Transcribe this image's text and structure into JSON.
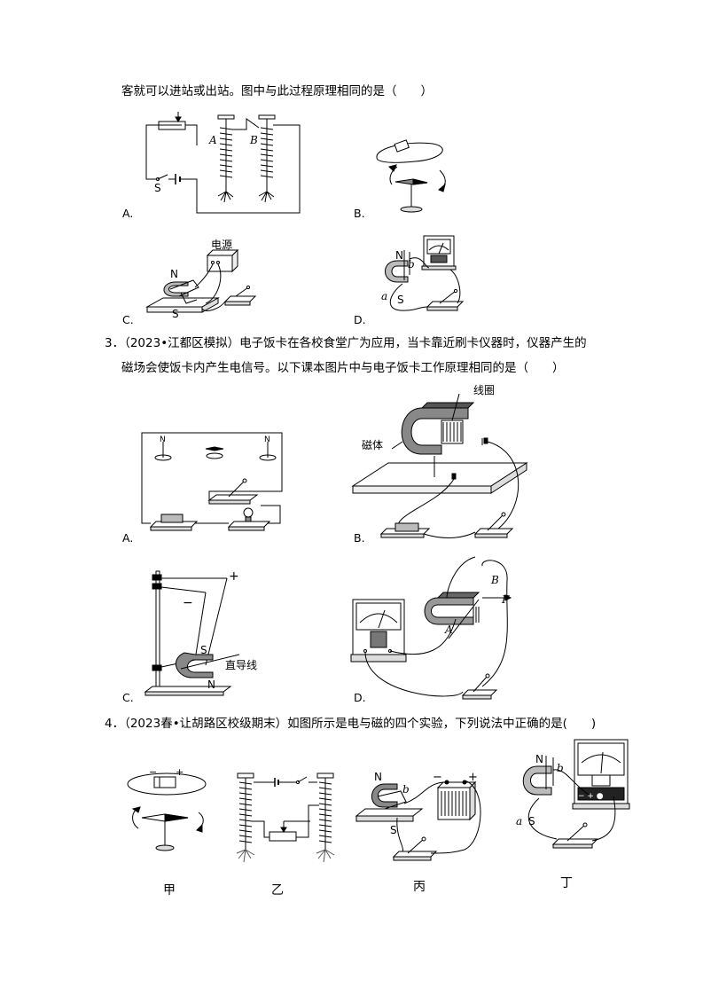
{
  "q2": {
    "line": "客就可以进站或出站。图中与此过程原理相同的是（　　）",
    "options": [
      "A.",
      "B.",
      "C.",
      "D."
    ],
    "figA": {
      "a": "A",
      "b": "B",
      "s": "S"
    },
    "figC": {
      "n": "N",
      "s": "S",
      "power": "电源"
    },
    "figD": {
      "n": "N",
      "s": "S",
      "a": "a",
      "b": "b"
    }
  },
  "q3": {
    "line1": "3．（2023•江都区模拟）电子饭卡在各校食堂广为应用，当卡靠近刷卡仪器时，仪器产生的",
    "line2": "磁场会使饭卡内产生电信号。以下课本图片中与电子饭卡工作原理相同的是（　　）",
    "options": [
      "A.",
      "B.",
      "C.",
      "D."
    ],
    "figA": {
      "n1": "N",
      "n2": "N"
    },
    "figB": {
      "coil": "线圈",
      "magnet": "磁体"
    },
    "figC": {
      "plus": "+",
      "minus": "−",
      "s": "S",
      "n": "N",
      "wire": "直导线"
    },
    "figD": {
      "b": "B",
      "f": "F",
      "a": "A"
    }
  },
  "q4": {
    "line": "4．（2023春•让胡路区校级期末）如图所示是电与磁的四个实验，下列说法中正确的是(　　)",
    "captions": [
      "甲",
      "乙",
      "丙",
      "丁"
    ],
    "fig1": {
      "minus": "−",
      "plus": "+"
    },
    "fig3": {
      "n": "N",
      "s": "S",
      "b": "b",
      "minus": "−",
      "plus": "+"
    },
    "fig4": {
      "n": "N",
      "s": "S",
      "a": "a",
      "b": "b",
      "meter": "−  +  ●"
    }
  }
}
